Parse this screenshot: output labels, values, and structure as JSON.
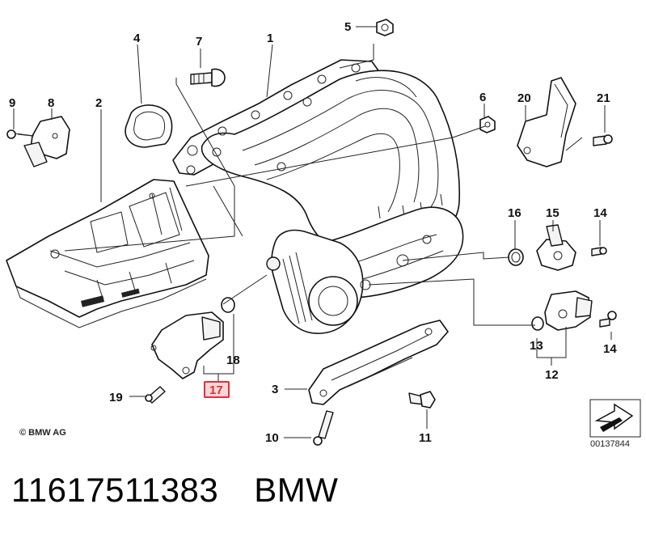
{
  "diagram": {
    "callouts": [
      {
        "id": "1",
        "label": "1"
      },
      {
        "id": "2",
        "label": "2"
      },
      {
        "id": "3",
        "label": "3"
      },
      {
        "id": "4",
        "label": "4"
      },
      {
        "id": "5",
        "label": "5"
      },
      {
        "id": "6",
        "label": "6"
      },
      {
        "id": "7",
        "label": "7"
      },
      {
        "id": "8",
        "label": "8"
      },
      {
        "id": "9",
        "label": "9"
      },
      {
        "id": "10",
        "label": "10"
      },
      {
        "id": "11",
        "label": "11"
      },
      {
        "id": "12",
        "label": "12"
      },
      {
        "id": "13",
        "label": "13"
      },
      {
        "id": "14a",
        "label": "14"
      },
      {
        "id": "14b",
        "label": "14"
      },
      {
        "id": "15",
        "label": "15"
      },
      {
        "id": "16",
        "label": "16"
      },
      {
        "id": "17",
        "label": "17",
        "highlighted": true
      },
      {
        "id": "18",
        "label": "18"
      },
      {
        "id": "19",
        "label": "19"
      },
      {
        "id": "20",
        "label": "20"
      },
      {
        "id": "21",
        "label": "21"
      }
    ],
    "copyright": "© BMW AG",
    "diagram_number": "00137844",
    "highlight_color": "#e0303a",
    "highlight_fill": "#f3d6d8"
  },
  "footer": {
    "part_number": "11617511383",
    "brand": "BMW"
  }
}
